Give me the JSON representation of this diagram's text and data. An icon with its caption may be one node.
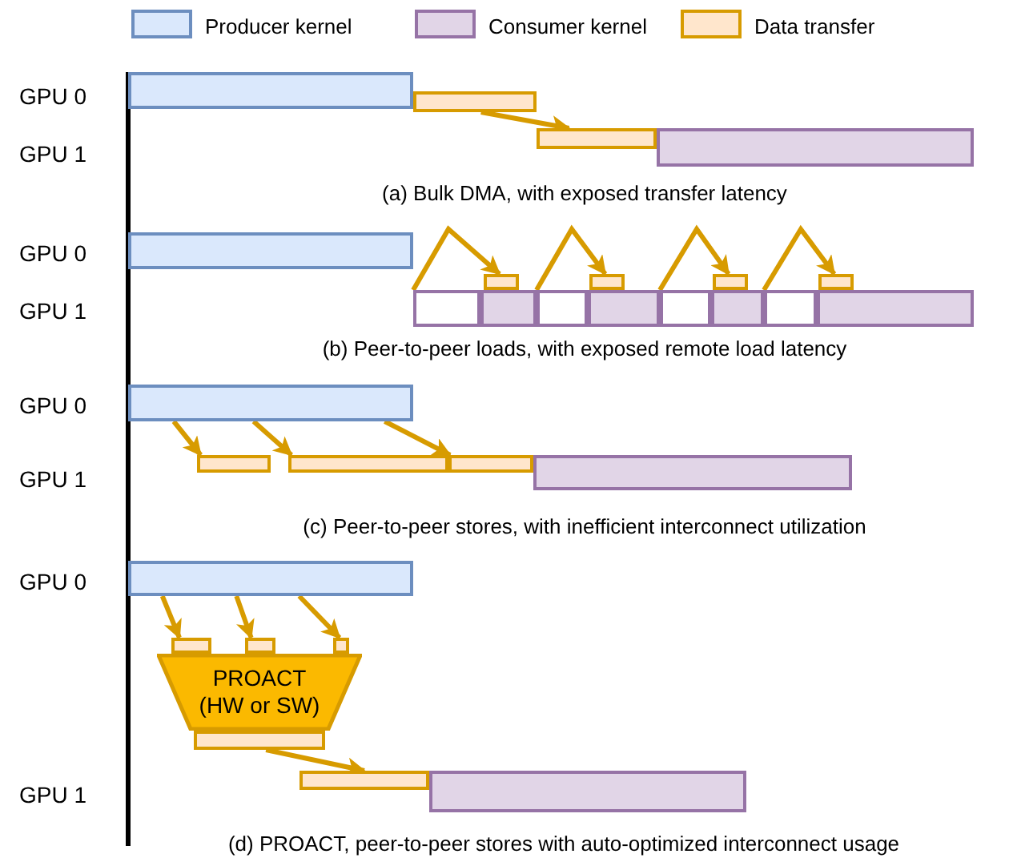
{
  "diagram": {
    "nodes": [
      {
        "text": [],
        "shape": "bar"
      },
      {
        "text": [],
        "shape": "bar"
      },
      {
        "text": [],
        "shape": "bar"
      },
      {
        "text": [],
        "shape": "bar"
      },
      {
        "text": [],
        "shape": "bar"
      },
      {
        "text": [],
        "shape": "bar"
      },
      {
        "text": [],
        "shape": "bar"
      },
      {
        "text": [],
        "shape": "bar"
      },
      {
        "text": [],
        "shape": "bar"
      },
      {
        "text": [],
        "shape": "box"
      },
      {
        "text": [],
        "shape": "bar"
      },
      {
        "text": [],
        "shape": "box"
      },
      {
        "text": [],
        "shape": "bar"
      },
      {
        "text": [],
        "shape": "box"
      },
      {
        "text": [],
        "shape": "bar"
      },
      {
        "text": [],
        "shape": "box"
      },
      {
        "text": [],
        "shape": "bar"
      },
      {
        "text": [],
        "shape": "bar"
      },
      {
        "text": [],
        "shape": "bar"
      },
      {
        "text": [],
        "shape": "bar"
      },
      {
        "text": [],
        "shape": "bar"
      },
      {
        "text": [],
        "shape": "bar"
      },
      {
        "text": [],
        "shape": "bar"
      },
      {
        "text": [],
        "shape": "bar"
      },
      {
        "text": [],
        "shape": "bar"
      },
      {
        "text": [],
        "shape": "bar"
      },
      {
        "text": [
          "PROACT (HW or SW)"
        ]
      },
      {
        "text": [],
        "shape": "bar"
      },
      {
        "text": [],
        "shape": "bar"
      },
      {
        "text": [],
        "shape": "bar"
      }
    ],
    "edges": [
      {
        "from": 1,
        "to": 2,
        "arrow": "to"
      },
      {
        "from": 9,
        "to": 5,
        "arrow": "to"
      },
      {
        "from": 11,
        "to": 6,
        "arrow": "to"
      },
      {
        "from": 13,
        "to": 7,
        "arrow": "to"
      },
      {
        "from": 15,
        "to": 8,
        "arrow": "to"
      },
      {
        "from": 17,
        "to": 18,
        "arrow": "to"
      },
      {
        "from": 17,
        "to": 19,
        "arrow": "to"
      },
      {
        "from": 17,
        "to": 20,
        "arrow": "to"
      },
      {
        "from": 22,
        "to": 23,
        "arrow": "to"
      },
      {
        "from": 22,
        "to": 24,
        "arrow": "to"
      },
      {
        "from": 22,
        "to": 25,
        "arrow": "to"
      },
      {
        "from": 27,
        "to": 28,
        "arrow": "to"
      }
    ],
    "labels": [
      "GPU 0",
      "GPU 1",
      "(a) Bulk DMA, with exposed transfer latency",
      "GPU 0",
      "GPU 1",
      "(b) Peer-to-peer loads, with exposed remote load latency",
      "GPU 0",
      "GPU 1",
      "(c) Peer-to-peer stores, with inefficient interconnect utilization",
      "GPU 0",
      "GPU 1",
      "(d) PROACT, peer-to-peer stores with auto-optimized interconnect usage"
    ],
    "legend": [
      {
        "text": "Producer kernel",
        "color": "#dae8fc"
      },
      {
        "text": "Consumer kernel",
        "color": "#e1d5e7"
      },
      {
        "text": "Data transfer",
        "color": "#ffe6cc"
      }
    ]
  }
}
